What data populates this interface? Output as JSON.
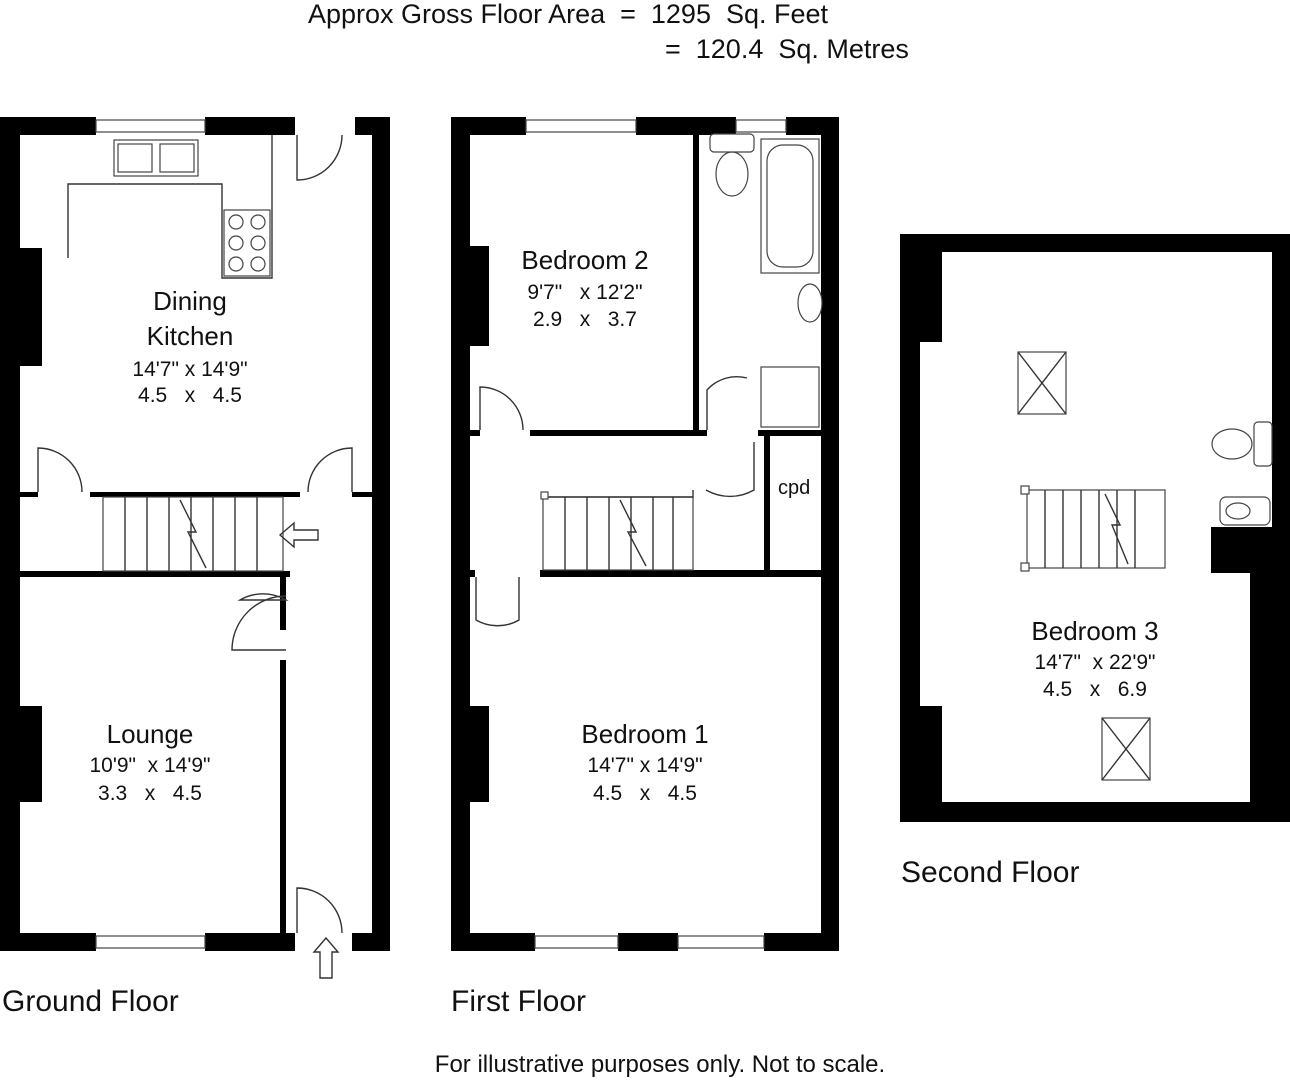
{
  "header": {
    "area_line1": "Approx Gross Floor Area  =  1295  Sq. Feet",
    "area_line2": "=  120.4  Sq. Metres"
  },
  "floors": {
    "ground": {
      "label": "Ground Floor",
      "rooms": {
        "dining_kitchen": {
          "name_line1": "Dining",
          "name_line2": "Kitchen",
          "imperial": "14'7\" x 14'9\"",
          "metric": "4.5   x   4.5"
        },
        "lounge": {
          "name": "Lounge",
          "imperial": "10'9\"  x 14'9\"",
          "metric": "3.3   x   4.5"
        }
      }
    },
    "first": {
      "label": "First Floor",
      "rooms": {
        "bedroom2": {
          "name": "Bedroom 2",
          "imperial": "9'7\"   x 12'2\"",
          "metric": "2.9   x   3.7"
        },
        "bedroom1": {
          "name": "Bedroom 1",
          "imperial": "14'7\" x 14'9\"",
          "metric": "4.5   x   4.5"
        },
        "cupboard": {
          "name": "cpd"
        }
      }
    },
    "second": {
      "label": "Second Floor",
      "rooms": {
        "bedroom3": {
          "name": "Bedroom 3",
          "imperial": "14'7\"  x 22'9\"",
          "metric": "4.5   x   6.9"
        }
      }
    }
  },
  "footer": {
    "disclaimer": "For illustrative purposes only. Not to scale."
  },
  "colors": {
    "wall": "#000000",
    "background": "#ffffff",
    "text": "#111111"
  }
}
